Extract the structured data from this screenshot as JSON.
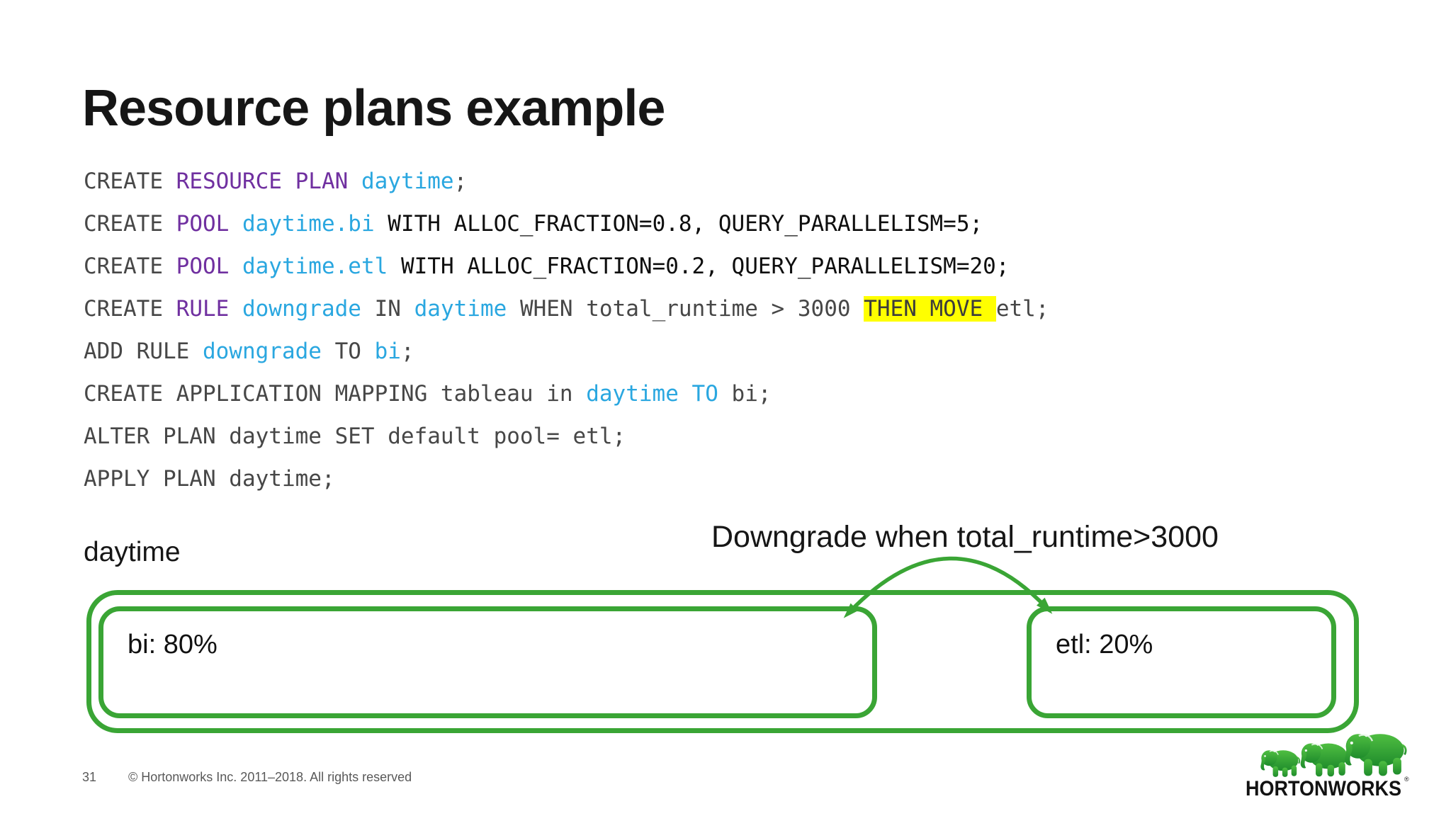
{
  "slide": {
    "title": "Resource plans example",
    "code": {
      "lines": [
        [
          [
            "CREATE ",
            "gray"
          ],
          [
            "RESOURCE PLAN ",
            "purple"
          ],
          [
            "daytime",
            "cyan"
          ],
          [
            ";",
            "gray"
          ]
        ],
        [
          [
            "CREATE ",
            "gray"
          ],
          [
            "POOL ",
            "purple"
          ],
          [
            "daytime.bi ",
            "cyan"
          ],
          [
            "WITH ALLOC_FRACTION=0.8, QUERY_PARALLELISM=5;",
            "black"
          ]
        ],
        [
          [
            "CREATE ",
            "gray"
          ],
          [
            "POOL ",
            "purple"
          ],
          [
            "daytime.etl ",
            "cyan"
          ],
          [
            "WITH ALLOC_FRACTION=0.2, QUERY_PARALLELISM=20;",
            "black"
          ]
        ],
        [
          [
            "CREATE ",
            "gray"
          ],
          [
            "RULE ",
            "purple"
          ],
          [
            "downgrade ",
            "cyan"
          ],
          [
            "IN ",
            "gray"
          ],
          [
            "daytime ",
            "cyan"
          ],
          [
            "WHEN total_runtime > 3000 ",
            "gray"
          ],
          [
            "THEN MOVE ",
            "highlight"
          ],
          [
            "etl;",
            "gray"
          ]
        ],
        [
          [
            "ADD RULE ",
            "gray"
          ],
          [
            "downgrade ",
            "cyan"
          ],
          [
            "TO ",
            "gray"
          ],
          [
            "bi",
            "cyan"
          ],
          [
            ";",
            "gray"
          ]
        ],
        [
          [
            "CREATE APPLICATION MAPPING tableau in ",
            "gray"
          ],
          [
            "daytime TO ",
            "cyan"
          ],
          [
            "bi;",
            "gray"
          ]
        ],
        [
          [
            "ALTER PLAN daytime SET default pool= etl;",
            "gray"
          ]
        ],
        [
          [
            "APPLY PLAN daytime;",
            "gray"
          ]
        ]
      ]
    },
    "diagram": {
      "plan_label": "daytime",
      "annotation": "Downgrade when total_runtime>3000",
      "pools": [
        {
          "label": "bi: 80%"
        },
        {
          "label": "etl: 20%"
        }
      ]
    },
    "footer": {
      "page_number": "31",
      "copyright": "© Hortonworks Inc. 2011–2018. All rights reserved"
    },
    "logo": {
      "brand": "HORTONWORKS",
      "registered_mark": "®",
      "elephants_icon": "three-green-elephants"
    },
    "colors": {
      "accent_green": "#3AA535",
      "keyword_purple": "#7030A0",
      "identifier_cyan": "#2AA7E0",
      "highlight_yellow": "#FFFF00",
      "code_gray": "#474747",
      "code_black": "#0E0E0E"
    }
  }
}
